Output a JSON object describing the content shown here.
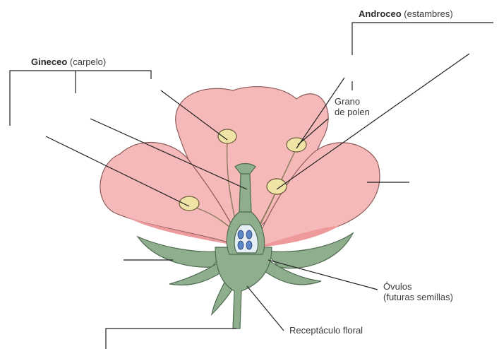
{
  "labels": {
    "gineceo_bold": "Gineceo",
    "gineceo_note": "(carpelo)",
    "androceo_bold": "Androceo",
    "androceo_note": "(estambres)",
    "grano_line1": "Grano",
    "grano_line2": "de polen",
    "ovulos_line1": "Óvulos",
    "ovulos_line2": "(futuras semillas)",
    "receptaculo": "Receptáculo floral"
  },
  "colors": {
    "petal": "#f6b9b9",
    "petal_dark": "#ee9a9c",
    "petal_outline": "#8c5a5a",
    "sepal": "#8fae8e",
    "sepal_outline": "#4f6b50",
    "anther": "#efe3a6",
    "ovule": "#5b86c7",
    "leader_line": "#222222"
  }
}
